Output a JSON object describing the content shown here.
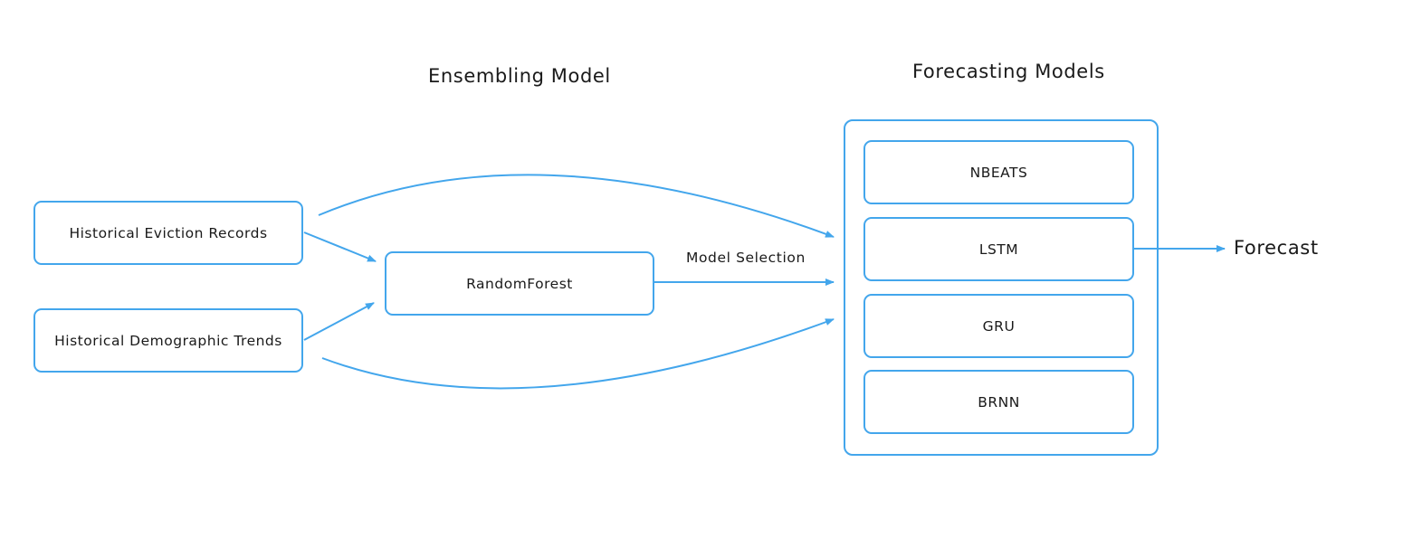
{
  "headings": {
    "ensembling": "Ensembling Model",
    "forecasting": "Forecasting Models"
  },
  "inputs": [
    {
      "label": "Historical Eviction Records"
    },
    {
      "label": "Historical Demographic Trends"
    }
  ],
  "ensemble": {
    "label": "RandomForest"
  },
  "edge_label": "Model Selection",
  "models": [
    {
      "label": "NBEATS"
    },
    {
      "label": "LSTM"
    },
    {
      "label": "GRU"
    },
    {
      "label": "BRNN"
    }
  ],
  "output": {
    "label": "Forecast"
  },
  "colors": {
    "accent": "#43a6ec",
    "text": "#1a1a1a"
  }
}
